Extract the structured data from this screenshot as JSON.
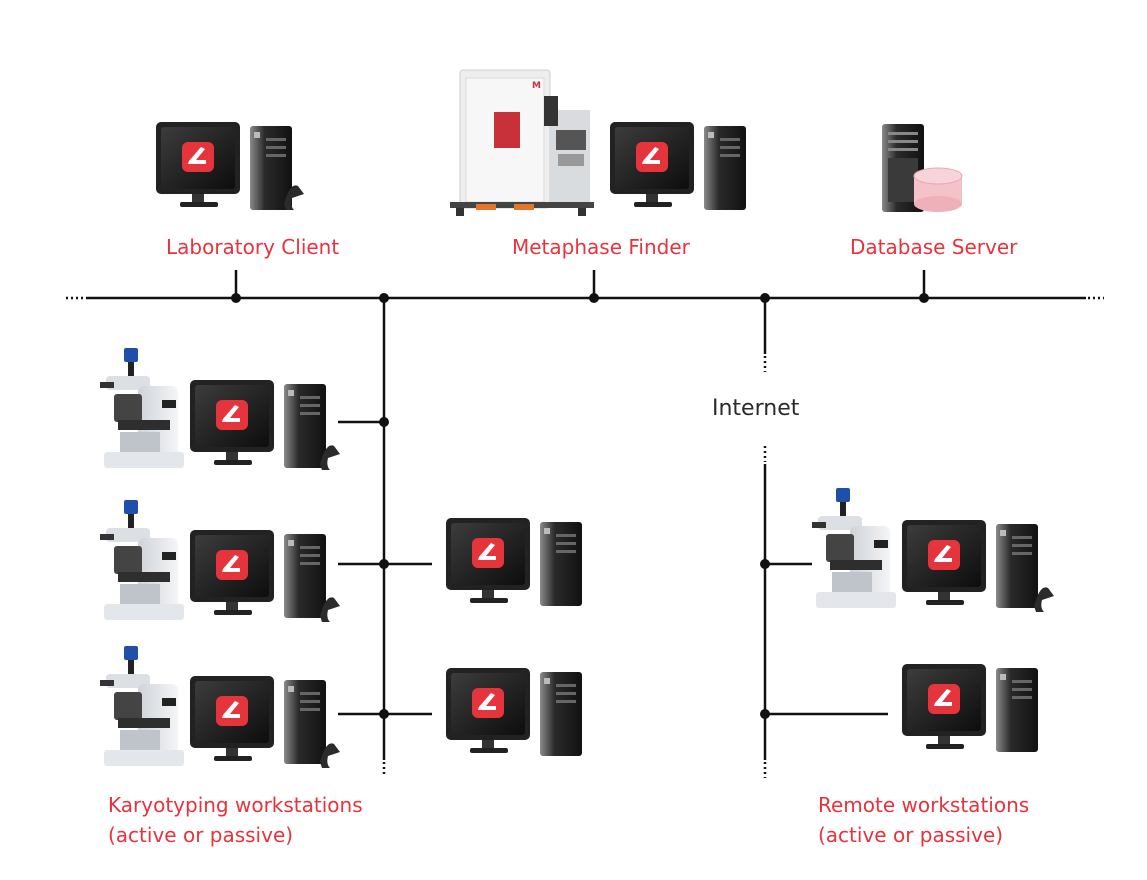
{
  "labels": {
    "laboratory_client": "Laboratory Client",
    "metaphase_finder": "Metaphase Finder",
    "database_server": "Database Server",
    "internet": "Internet",
    "karyotyping_line1": "Karyotyping workstations",
    "karyotyping_line2": "(active or passive)",
    "remote_line1": "Remote workstations",
    "remote_line2": "(active or passive)"
  },
  "colors": {
    "label_red": "#e8323c",
    "line_black": "#111111",
    "screen_red": "#e6343d",
    "db_pink": "#f3c3c9"
  },
  "icons": [
    "workstation-computer-icon",
    "microscope-camera-icon",
    "barcode-scanner-icon",
    "metaphase-scanner-icon",
    "database-server-icon"
  ]
}
